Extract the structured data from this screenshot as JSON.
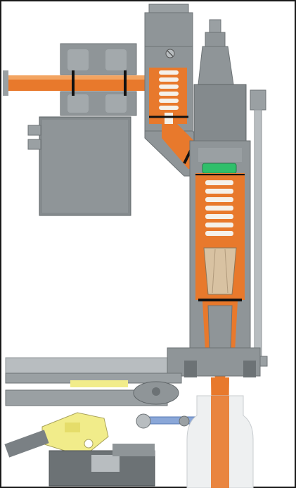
{
  "diagram": {
    "kind": "cross-section",
    "colors": {
      "frame_border": "#1a1a1a",
      "housing": "#8f9598",
      "housing_dark": "#6c7275",
      "housing_light": "#b8bdc0",
      "flow_orange": "#e8792c",
      "flow_orange_light": "#f3a461",
      "bellows_white": "#f5f1ea",
      "seal_green": "#2fbf6a",
      "valve_tan": "#d8c2a2",
      "lever_yellow": "#f1ec8a",
      "arm_blue": "#8aa7d8",
      "bottle": "#eef0f1"
    },
    "components": [
      {
        "id": "inlet-pipe"
      },
      {
        "id": "upper-valve-block"
      },
      {
        "id": "side-housing"
      },
      {
        "id": "left-bellows"
      },
      {
        "id": "angled-channel"
      },
      {
        "id": "actuator-tower"
      },
      {
        "id": "main-body"
      },
      {
        "id": "green-seal"
      },
      {
        "id": "main-bellows"
      },
      {
        "id": "cone-valve"
      },
      {
        "id": "nozzle"
      },
      {
        "id": "right-rail"
      },
      {
        "id": "base-plate"
      },
      {
        "id": "yellow-lever"
      },
      {
        "id": "blue-arm"
      },
      {
        "id": "bottle"
      }
    ]
  }
}
